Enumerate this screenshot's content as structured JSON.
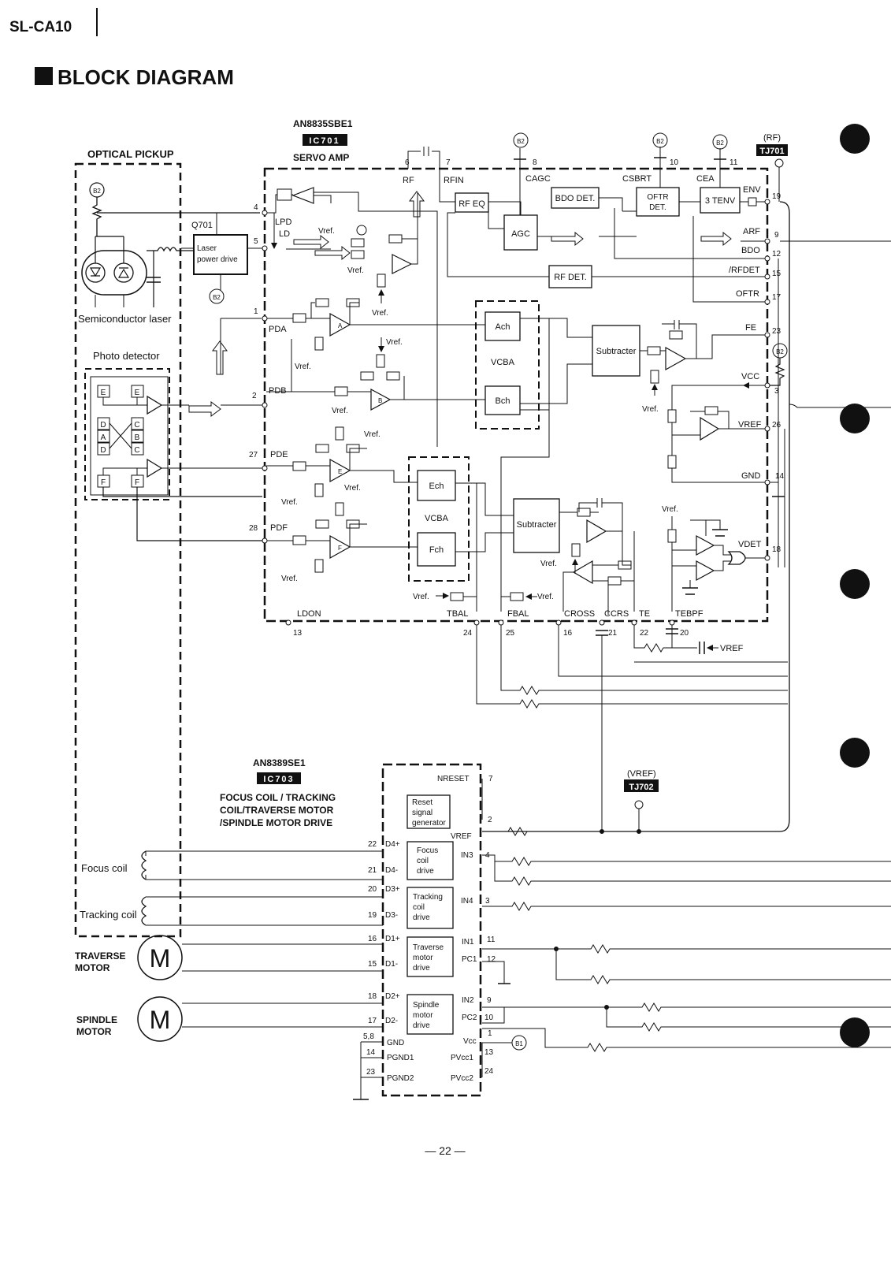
{
  "header": {
    "model": "SL-CA10",
    "title": "BLOCK DIAGRAM",
    "page_number": "— 22 —"
  },
  "optical_pickup": {
    "title": "OPTICAL  PICKUP",
    "semiconductor_laser": "Semiconductor  laser",
    "photo_detector": "Photo detector",
    "b2": "B2"
  },
  "ic701": {
    "part": "AN8835SBE1",
    "ref": "IC701",
    "name": "SERVO AMP",
    "blocks": {
      "rf_eq": "RF EQ",
      "agc": "AGC",
      "bdo_det": "BDO DET.",
      "oftr_det": [
        "OFTR",
        "DET."
      ],
      "tenv": "3 TENV",
      "rf_det": "RF DET.",
      "ach": "Ach",
      "bch": "Bch",
      "vcba1": "VCBA",
      "ech": "Ech",
      "fch": "Fch",
      "vcba2": "VCBA",
      "subtracter1": "Subtracter",
      "subtracter2": "Subtracter"
    },
    "laser_drive": [
      "Laser",
      "power drive"
    ],
    "q701": "Q701",
    "vref_label": "Vref.",
    "top_pins": [
      {
        "num": "6",
        "label": "RF"
      },
      {
        "num": "7",
        "label": "RFIN"
      },
      {
        "num": "8",
        "label": "CAGC"
      },
      {
        "num": "10",
        "label": "CSBRT"
      },
      {
        "num": "11",
        "label": "CEA"
      }
    ],
    "left_pins": [
      {
        "num": "4",
        "label": "LPD"
      },
      {
        "num": "5",
        "label": "LD"
      },
      {
        "num": "1",
        "label": "PDA"
      },
      {
        "num": "2",
        "label": "PDB"
      },
      {
        "num": "27",
        "label": "PDE"
      },
      {
        "num": "28",
        "label": "PDF"
      }
    ],
    "right_pins": [
      {
        "num": "19",
        "label": "ENV"
      },
      {
        "num": "9",
        "label": "ARF"
      },
      {
        "num": "12",
        "label": "BDO"
      },
      {
        "num": "15",
        "label": "/RFDET"
      },
      {
        "num": "17",
        "label": "OFTR"
      },
      {
        "num": "23",
        "label": "FE"
      },
      {
        "num": "3",
        "label": "VCC"
      },
      {
        "num": "26",
        "label": "VREF"
      },
      {
        "num": "14",
        "label": "GND"
      },
      {
        "num": "18",
        "label": "VDET"
      }
    ],
    "bottom_pins": [
      {
        "num": "13",
        "label": "LDON"
      },
      {
        "num": "24",
        "label": "TBAL"
      },
      {
        "num": "25",
        "label": "FBAL"
      },
      {
        "num": "16",
        "label": "CROSS"
      },
      {
        "num": "21",
        "label": "CCRS"
      },
      {
        "num": "22",
        "label": "TE"
      },
      {
        "num": "20",
        "label": "TEBPF"
      }
    ],
    "vref_bottom": "VREF"
  },
  "tj701": {
    "signal": "(RF)",
    "ref": "TJ701"
  },
  "tj702": {
    "signal": "(VREF)",
    "ref": "TJ702"
  },
  "ic703": {
    "part": "AN8389SE1",
    "ref": "IC703",
    "function": [
      "FOCUS COIL / TRACKING",
      "COIL/TRAVERSE MOTOR",
      "/SPINDLE MOTOR DRIVE"
    ],
    "blocks": {
      "reset": [
        "Reset",
        "signal",
        "generator"
      ],
      "focus": [
        "Focus",
        "coil",
        "drive"
      ],
      "tracking": [
        "Tracking",
        "coil",
        "drive"
      ],
      "traverse": [
        "Traverse",
        "motor",
        "drive"
      ],
      "spindle": [
        "Spindle",
        "motor",
        "drive"
      ]
    },
    "left_pins": [
      {
        "num": "22",
        "label": "D4+"
      },
      {
        "num": "21",
        "label": "D4-"
      },
      {
        "num": "20",
        "label": "D3+"
      },
      {
        "num": "19",
        "label": "D3-"
      },
      {
        "num": "16",
        "label": "D1+"
      },
      {
        "num": "15",
        "label": "D1-"
      },
      {
        "num": "18",
        "label": "D2+"
      },
      {
        "num": "17",
        "label": "D2-"
      },
      {
        "num": "5,8",
        "label": "GND"
      },
      {
        "num": "14",
        "label": "PGND1"
      },
      {
        "num": "23",
        "label": "PGND2"
      }
    ],
    "right_pins": [
      {
        "num": "7",
        "label": "NRESET"
      },
      {
        "num": "2",
        "label": "VREF"
      },
      {
        "num": "4",
        "label": "IN3"
      },
      {
        "num": "3",
        "label": "IN4"
      },
      {
        "num": "11",
        "label": "IN1"
      },
      {
        "num": "12",
        "label": "PC1"
      },
      {
        "num": "9",
        "label": "IN2"
      },
      {
        "num": "10",
        "label": "PC2"
      },
      {
        "num": "1",
        "label": "Vcc"
      },
      {
        "num": "13",
        "label": "PVcc1"
      },
      {
        "num": "24",
        "label": "PVcc2"
      }
    ],
    "b1": "B1"
  },
  "external": {
    "focus_coil": "Focus  coil",
    "tracking_coil": "Tracking  coil",
    "traverse_motor": [
      "TRAVERSE",
      "MOTOR"
    ],
    "spindle_motor": [
      "SPINDLE",
      "MOTOR"
    ],
    "motor_symbol": "M"
  }
}
